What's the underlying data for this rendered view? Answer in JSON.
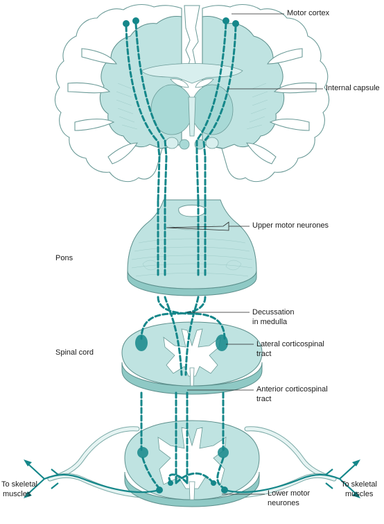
{
  "labels": {
    "motor_cortex": "Motor cortex",
    "internal_capsule": "Internal capsule",
    "upper_motor_neurones": "Upper motor neurones",
    "pons": "Pons",
    "decussation_line1": "Decussation",
    "decussation_line2": "in medulla",
    "spinal_cord": "Spinal cord",
    "lateral_line1": "Lateral corticospinal",
    "lateral_line2": "tract",
    "anterior_line1": "Anterior corticospinal",
    "anterior_line2": "tract",
    "skeletal_left_line1": "To skeletal",
    "skeletal_left_line2": "muscles",
    "skeletal_right_line1": "To skeletal",
    "skeletal_right_line2": "muscles",
    "lower_line1": "Lower motor",
    "lower_line2": "neurones"
  },
  "colors": {
    "tract": "#15878a",
    "tissue": "#bfe3e1",
    "cortex": "#ffffff"
  }
}
